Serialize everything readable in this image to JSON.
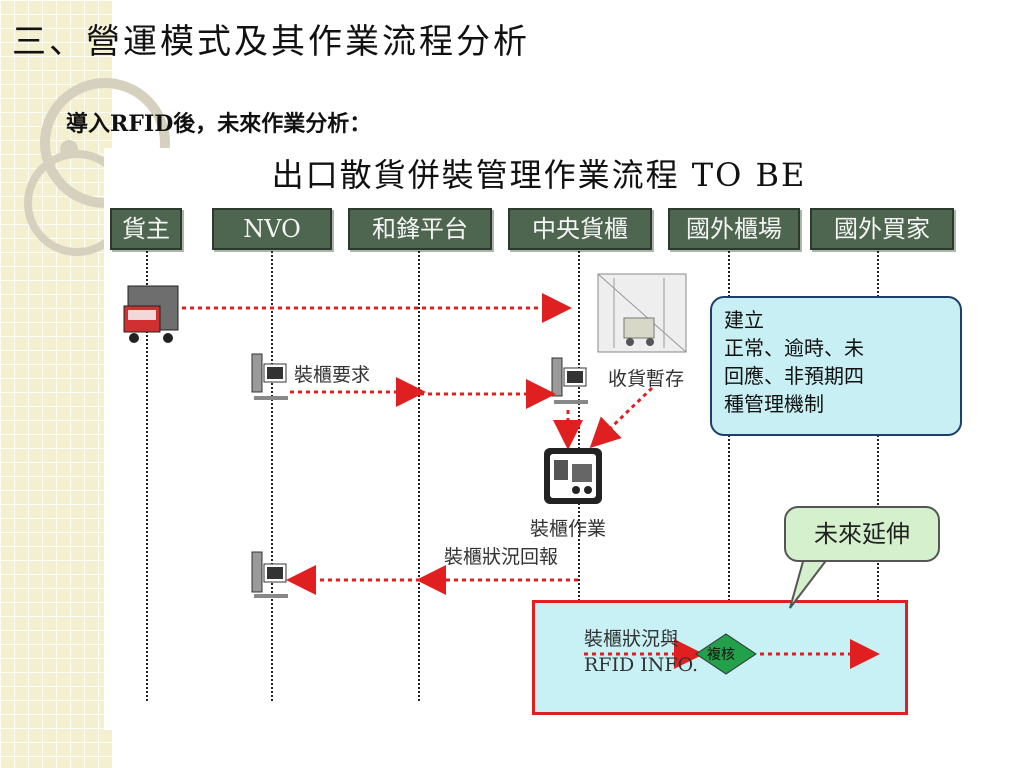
{
  "slide": {
    "title": "三、營運模式及其作業流程分析",
    "subtitle": "導入RFID後，未來作業分析："
  },
  "diagram": {
    "title": "出口散貨併裝管理作業流程 TO BE",
    "lanes": [
      "貨主",
      "NVO",
      "和鋒平台",
      "中央貨櫃",
      "國外櫃場",
      "國外買家"
    ],
    "labels": {
      "container_request": "裝櫃要求",
      "receive_storage": "收貨暫存",
      "container_operation": "裝櫃作業",
      "container_status_report": "裝櫃狀況回報",
      "future_status_line1": "裝櫃狀況與",
      "future_status_line2": "RFID INFO.",
      "verify": "複核"
    },
    "callouts": {
      "management_lines": [
        "建立",
        "正常、逾時、未",
        "回應、非預期四",
        "種管理機制"
      ],
      "future_extension": "未來延伸"
    },
    "colors": {
      "lane_header_bg": "#4e6650",
      "arrow": "#e02020",
      "callout_blue_bg": "#c8f0f4",
      "callout_green_bg": "#d4f0cc",
      "future_box_border": "#e02020",
      "future_box_bg": "#c7f1f5",
      "diamond": "#22a04a"
    },
    "icons": [
      "truck-icon",
      "computer-icon",
      "computer-icon",
      "computer-icon",
      "warehouse-icon",
      "forklift-icon"
    ]
  }
}
